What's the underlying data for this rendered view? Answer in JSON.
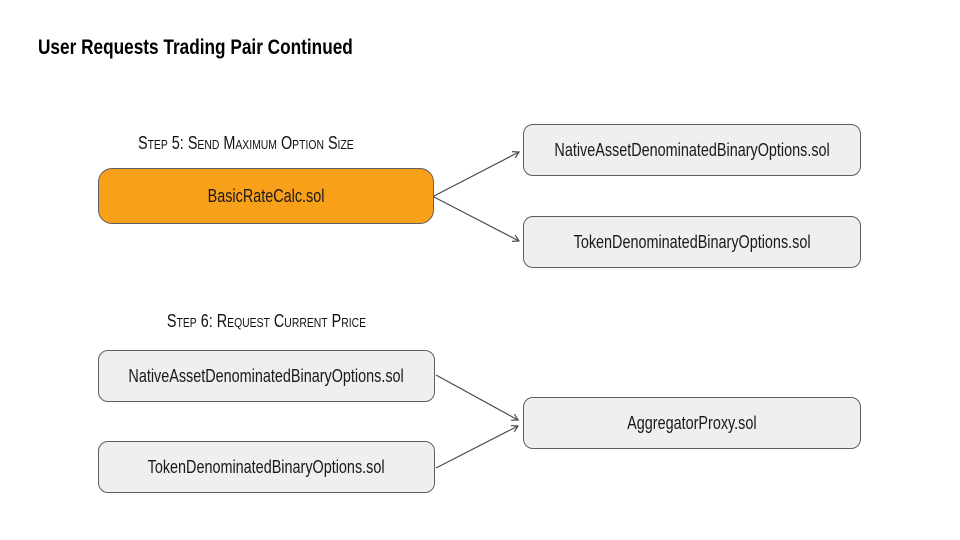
{
  "title": "User Requests Trading Pair Continued",
  "colors": {
    "page_bg": "#ffffff",
    "title_color": "#000000",
    "orange_fill": "#f9a01b",
    "box_fill": "#efefef",
    "box_border": "#5f5f5f",
    "arrow": "#4d4d4d"
  },
  "step5": {
    "label": "Step 5: Send Maximum Option Size",
    "source": {
      "label": "BasicRateCalc.sol"
    },
    "targets": [
      {
        "label": "NativeAssetDenominatedBinaryOptions.sol"
      },
      {
        "label": "TokenDenominatedBinaryOptions.sol"
      }
    ]
  },
  "step6": {
    "label": "Step 6: Request Current Price",
    "sources": [
      {
        "label": "NativeAssetDenominatedBinaryOptions.sol"
      },
      {
        "label": "TokenDenominatedBinaryOptions.sol"
      }
    ],
    "target": {
      "label": "AggregatorProxy.sol"
    }
  }
}
